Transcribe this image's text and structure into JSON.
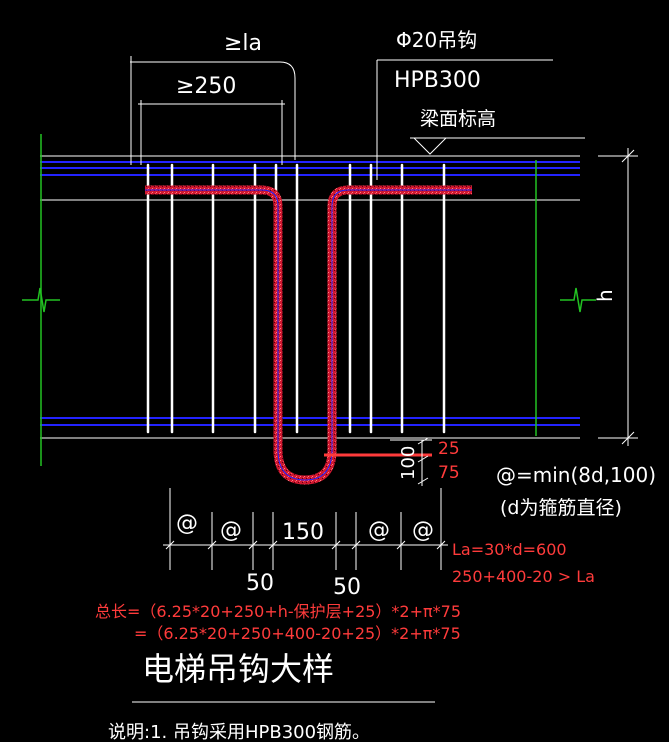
{
  "labels": {
    "la_min": "≥la",
    "min_250": "≥250",
    "hook_dia": "Φ20吊钩",
    "steel_grade": "HPB300",
    "beam_top": "梁面标高",
    "h": "h",
    "cover_25": "25",
    "dim_75": "75",
    "dim_100": "100",
    "spacing_formula": "@=min(8d,100)",
    "spacing_note": "(d为箍筋直径)",
    "at1": "@",
    "at2": "@",
    "mid_150": "150",
    "at3": "@",
    "at4": "@",
    "dim_50_left": "50",
    "dim_50_right": "50",
    "la_calc": "La=30*d=600",
    "la_check": "250+400-20 > La",
    "total_1": "总长=（6.25*20+250+h-保护层+25）*2+π*75",
    "total_2": "=（6.25*20+250+400-20+25）*2+π*75",
    "title": "电梯吊钩大样",
    "note": "说明:1. 吊钩采用HPB300钢筋。"
  },
  "colors": {
    "background": "#000000",
    "line": "#ffffff",
    "rebar": "#2323ff",
    "section": "#22c322",
    "hook": "#e0203a",
    "annotation": "#ff3b3b"
  }
}
